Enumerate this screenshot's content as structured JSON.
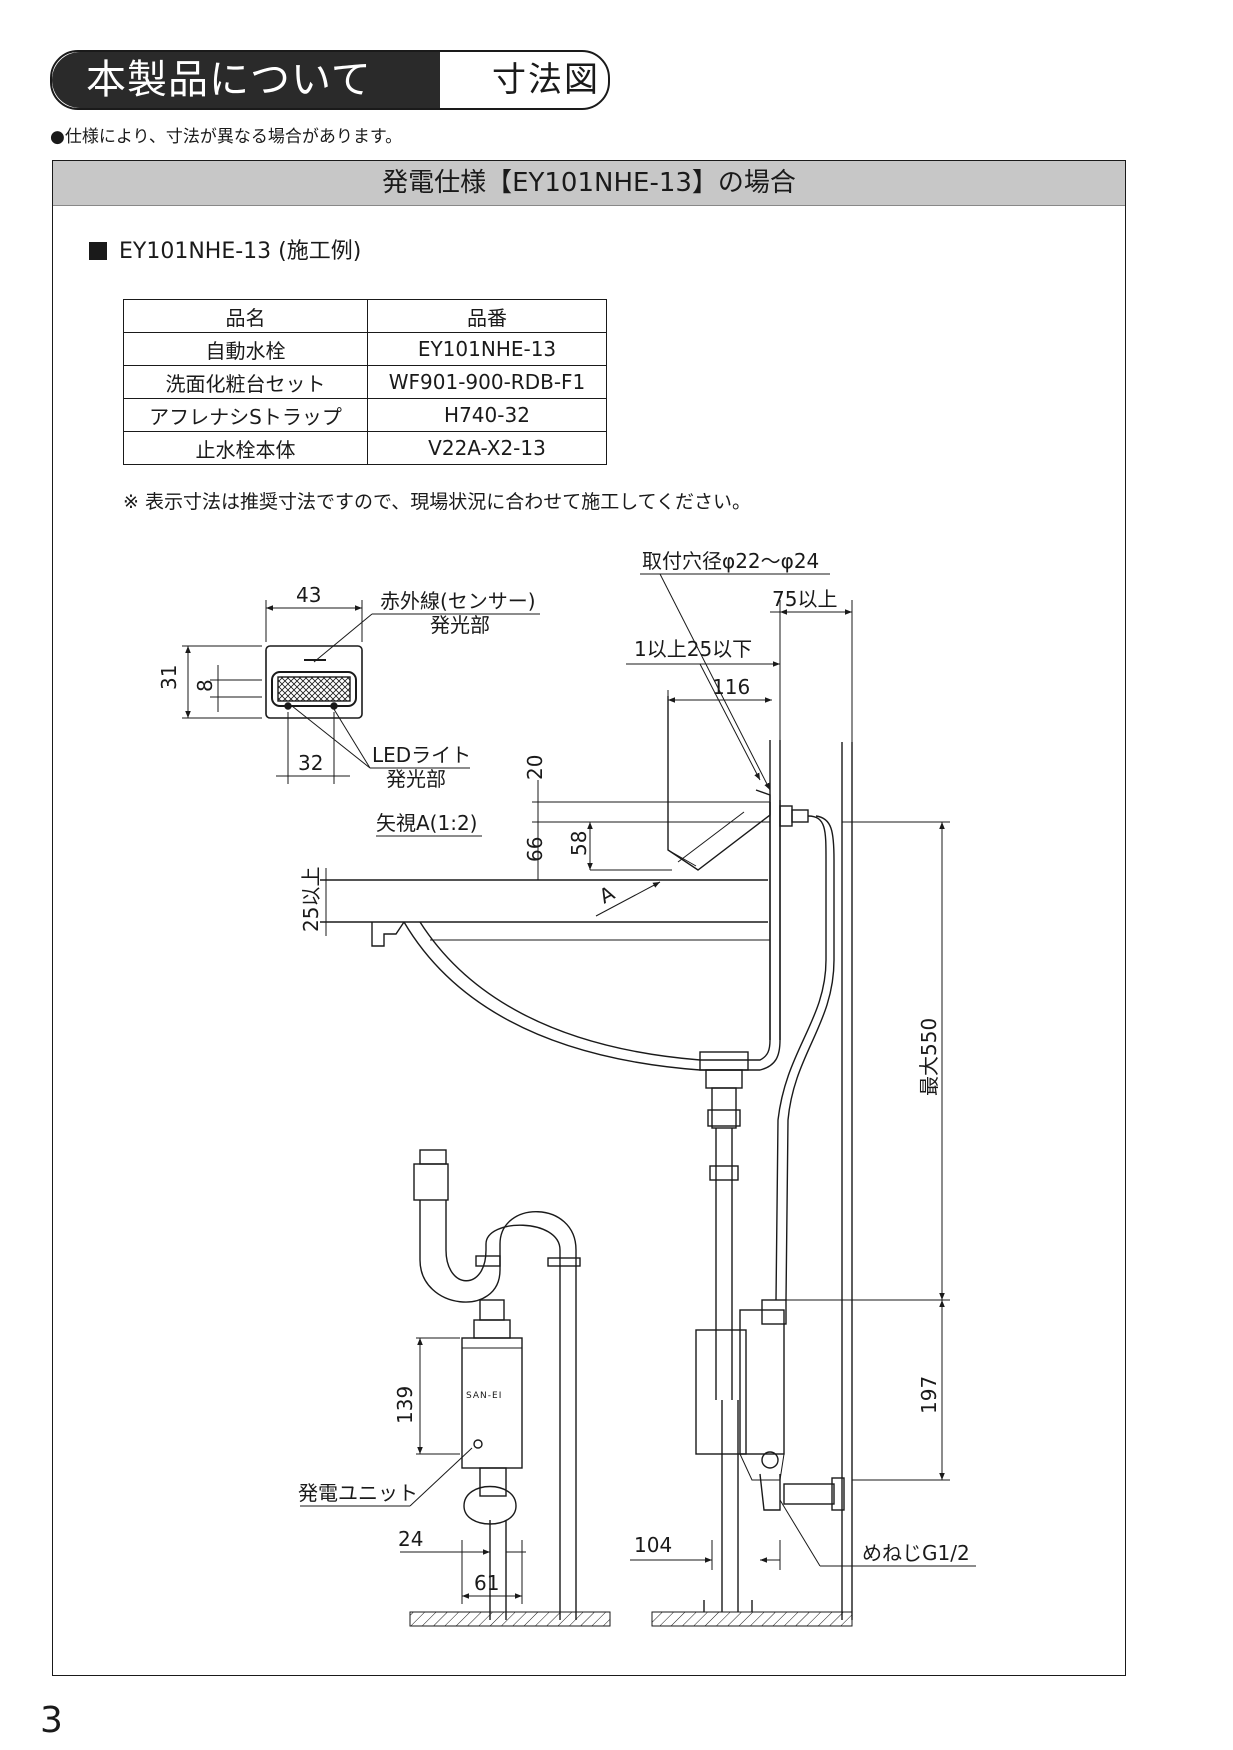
{
  "header": {
    "title": "本製品について",
    "subtitle": "寸法図"
  },
  "note": "●仕様により、寸法が異なる場合があります。",
  "frame_title": "発電仕様【EY101NHE-13】の場合",
  "section_title": "EY101NHE-13 (施工例)",
  "parts_table": {
    "headers": [
      "品名",
      "品番"
    ],
    "rows": [
      [
        "自動水栓",
        "EY101NHE-13"
      ],
      [
        "洗面化粧台セット",
        "WF901-900-RDB-F1"
      ],
      [
        "アフレナシSトラップ",
        "H740-32"
      ],
      [
        "止水栓本体",
        "V22A-X2-13"
      ]
    ]
  },
  "remark": "※ 表示寸法は推奨寸法ですので、現場状況に合わせて施工してください。",
  "labels": {
    "sensor": "赤外線(センサー)",
    "sensor2": "発光部",
    "led": "LEDライト",
    "led2": "発光部",
    "view_a": "矢視A(1:2)",
    "hole": "取付穴径φ22〜φ24",
    "min75": "75以上",
    "range": "1以上25以下",
    "min25": "25以上",
    "max550": "最大550",
    "unit": "発電ユニット",
    "thread": "めねじG1/2",
    "arrow_a": "A",
    "brand": "SAN-EI"
  },
  "dims": {
    "d43": "43",
    "d31": "31",
    "d8": "8",
    "d32": "32",
    "d116": "116",
    "d20": "20",
    "d66": "66",
    "d58": "58",
    "d139": "139",
    "d24": "24",
    "d61": "61",
    "d104": "104",
    "d197": "197"
  },
  "page_number": "3"
}
